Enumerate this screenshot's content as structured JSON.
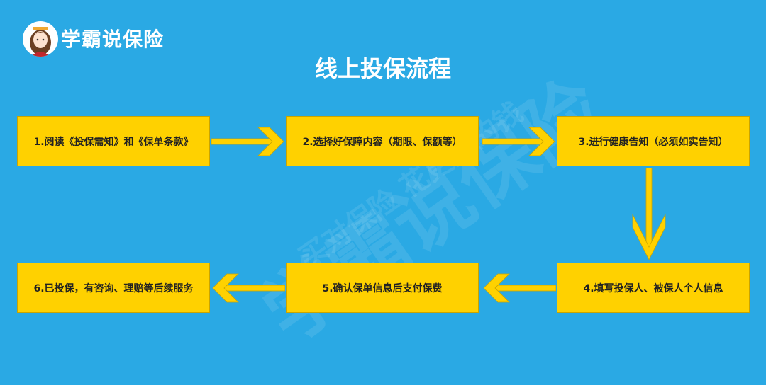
{
  "brand": {
    "name": "学霸说保险",
    "logo_icon": "girl-avatar-icon"
  },
  "title": "线上投保流程",
  "watermark": {
    "line1": "学霸说保险",
    "line2": "买对保险 花更少的钱"
  },
  "steps": [
    {
      "label": "1.阅读《投保需知》和《保单条款》"
    },
    {
      "label": "2.选择好保障内容（期限、保额等）"
    },
    {
      "label": "3.进行健康告知（必须如实告知）"
    },
    {
      "label": "4.填写投保人、被保人个人信息"
    },
    {
      "label": "5.确认保单信息后支付保费"
    },
    {
      "label": "6.已投保，有咨询、理赔等后续服务"
    }
  ],
  "colors": {
    "background": "#2aa9e4",
    "box": "#ffd100",
    "arrow": "#ffd100"
  }
}
